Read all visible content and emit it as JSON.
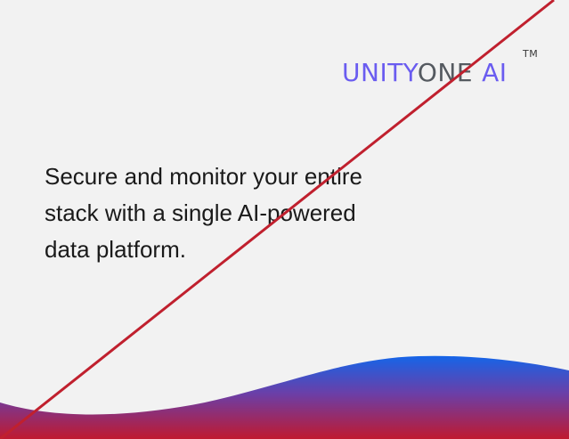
{
  "logo": {
    "part1": "UNITY",
    "part2": "ONE",
    "part3": "AI",
    "trademark": "TM"
  },
  "tagline": {
    "line1": "Secure and monitor your entire",
    "line2": "stack with a single AI-powered",
    "line3": "data platform."
  },
  "colors": {
    "background": "#f2f2f2",
    "brand_purple": "#6a5cf0",
    "brand_gray": "#555a60",
    "wave_blue": "#1565e8",
    "wave_red": "#c0192f",
    "slash_red": "#c0202e"
  }
}
